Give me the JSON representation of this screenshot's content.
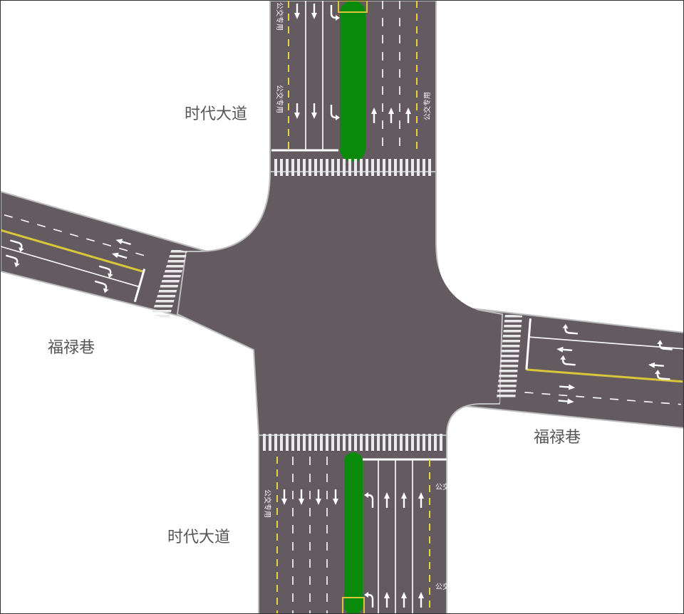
{
  "streets": {
    "north_label": "时代大道",
    "south_label": "时代大道",
    "west_label": "福禄巷",
    "east_label": "福禄巷"
  },
  "bus_lane": {
    "text_north_left_top": "公交专用",
    "text_north_left_mid": "公交专用",
    "text_north_right": "公交专用",
    "text_south_left": "公交专用",
    "text_south_right_top": "公交专用",
    "text_south_right_bottom": "公交专"
  },
  "colors": {
    "road": "#645b60",
    "median": "#0a8a0a",
    "lane_line": "#ffffff",
    "bus_lane_line": "#e8d23a",
    "center_line": "#d9c63a",
    "label": "#555555"
  },
  "icons": {
    "arrow_straight": "straight-arrow-icon",
    "arrow_left_turn": "left-turn-arrow-icon",
    "arrow_u_turn": "u-turn-arrow-icon"
  }
}
